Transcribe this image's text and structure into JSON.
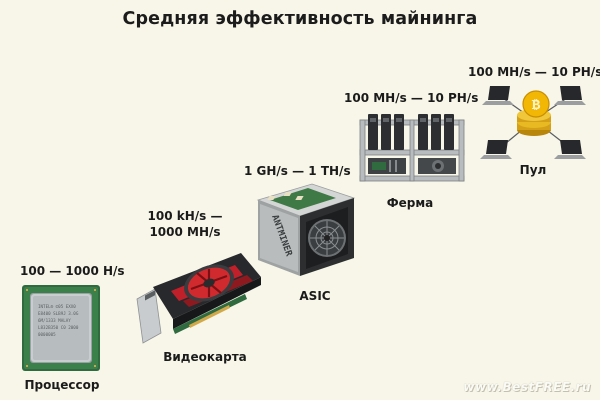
{
  "title": "Средняя эффективность майнинга",
  "devices": [
    {
      "key": "cpu",
      "hashrate": "100 — 1000 H/s",
      "name": "Процессор"
    },
    {
      "key": "gpu",
      "hashrate": "100 kH/s —\n1000 MH/s",
      "name": "Видеокарта"
    },
    {
      "key": "asic",
      "hashrate": "1 GH/s — 1 TH/s",
      "name": "ASIC"
    },
    {
      "key": "farm",
      "hashrate": "100 MH/s — 10 PH/s",
      "name": "Ферма"
    },
    {
      "key": "pool",
      "hashrate": "100 MH/s — 10 PH/s",
      "name": "Пул"
    }
  ],
  "asic_brand": "ANTMINER",
  "watermark": "www.BestFREE.ru"
}
